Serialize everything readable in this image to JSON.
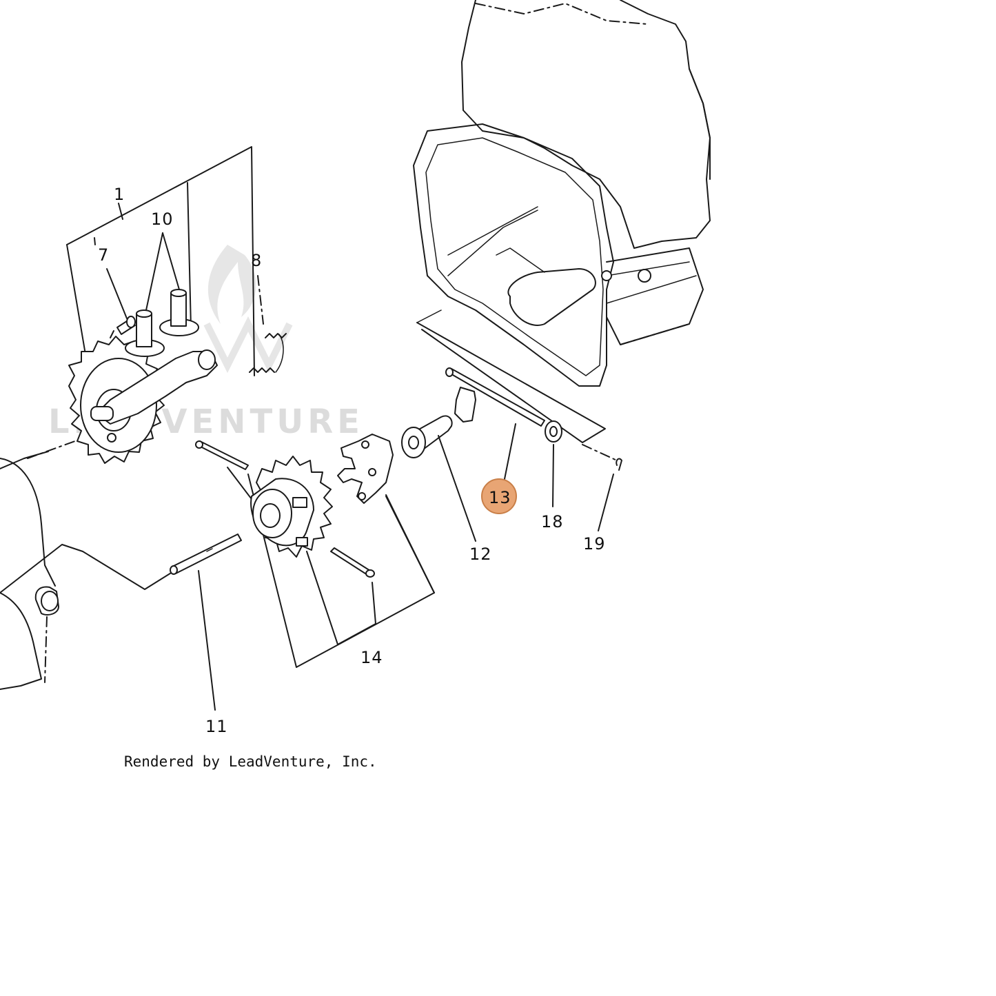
{
  "watermark": {
    "text": "LEADVENTURE"
  },
  "credit": "Rendered by LeadVenture, Inc.",
  "highlight": {
    "color": "#e8a574",
    "border": "#c97f48"
  },
  "callouts": {
    "c1": "1",
    "c7": "7",
    "c8": "8",
    "c10": "10",
    "c11": "11",
    "c12": "12",
    "c13": "13",
    "c14": "14",
    "c18": "18",
    "c19": "19"
  }
}
